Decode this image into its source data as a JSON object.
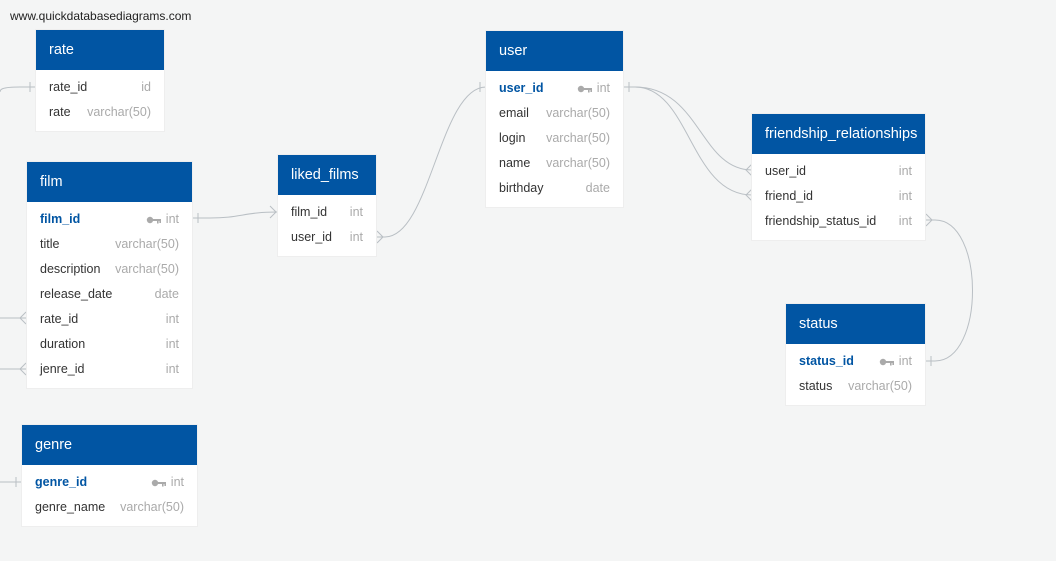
{
  "watermark": "www.quickdatabasediagrams.com",
  "colors": {
    "header": "#0155a3",
    "background": "#f4f5f5",
    "primary_key": "#0155a3",
    "type_text": "#aaaaaa",
    "link": "#b9bfc4"
  },
  "tables": {
    "rate": {
      "title": "rate",
      "rows": [
        {
          "name": "rate_id",
          "type": "id"
        },
        {
          "name": "rate",
          "type": "varchar(50)"
        }
      ]
    },
    "film": {
      "title": "film",
      "rows": [
        {
          "name": "film_id",
          "type": "int",
          "pk": true
        },
        {
          "name": "title",
          "type": "varchar(50)"
        },
        {
          "name": "description",
          "type": "varchar(50)"
        },
        {
          "name": "release_date",
          "type": "date"
        },
        {
          "name": "rate_id",
          "type": "int"
        },
        {
          "name": "duration",
          "type": "int"
        },
        {
          "name": "jenre_id",
          "type": "int"
        }
      ]
    },
    "genre": {
      "title": "genre",
      "rows": [
        {
          "name": "genre_id",
          "type": "int",
          "pk": true
        },
        {
          "name": "genre_name",
          "type": "varchar(50)"
        }
      ]
    },
    "liked_films": {
      "title": "liked_films",
      "rows": [
        {
          "name": "film_id",
          "type": "int"
        },
        {
          "name": "user_id",
          "type": "int"
        }
      ]
    },
    "user": {
      "title": "user",
      "rows": [
        {
          "name": "user_id",
          "type": "int",
          "pk": true
        },
        {
          "name": "email",
          "type": "varchar(50)"
        },
        {
          "name": "login",
          "type": "varchar(50)"
        },
        {
          "name": "name",
          "type": "varchar(50)"
        },
        {
          "name": "birthday",
          "type": "date"
        }
      ]
    },
    "friendship_relationships": {
      "title": "friendship_relationships",
      "rows": [
        {
          "name": "user_id",
          "type": "int"
        },
        {
          "name": "friend_id",
          "type": "int"
        },
        {
          "name": "friendship_status_id",
          "type": "int"
        }
      ]
    },
    "status": {
      "title": "status",
      "rows": [
        {
          "name": "status_id",
          "type": "int",
          "pk": true
        },
        {
          "name": "status",
          "type": "varchar(50)"
        }
      ]
    }
  }
}
